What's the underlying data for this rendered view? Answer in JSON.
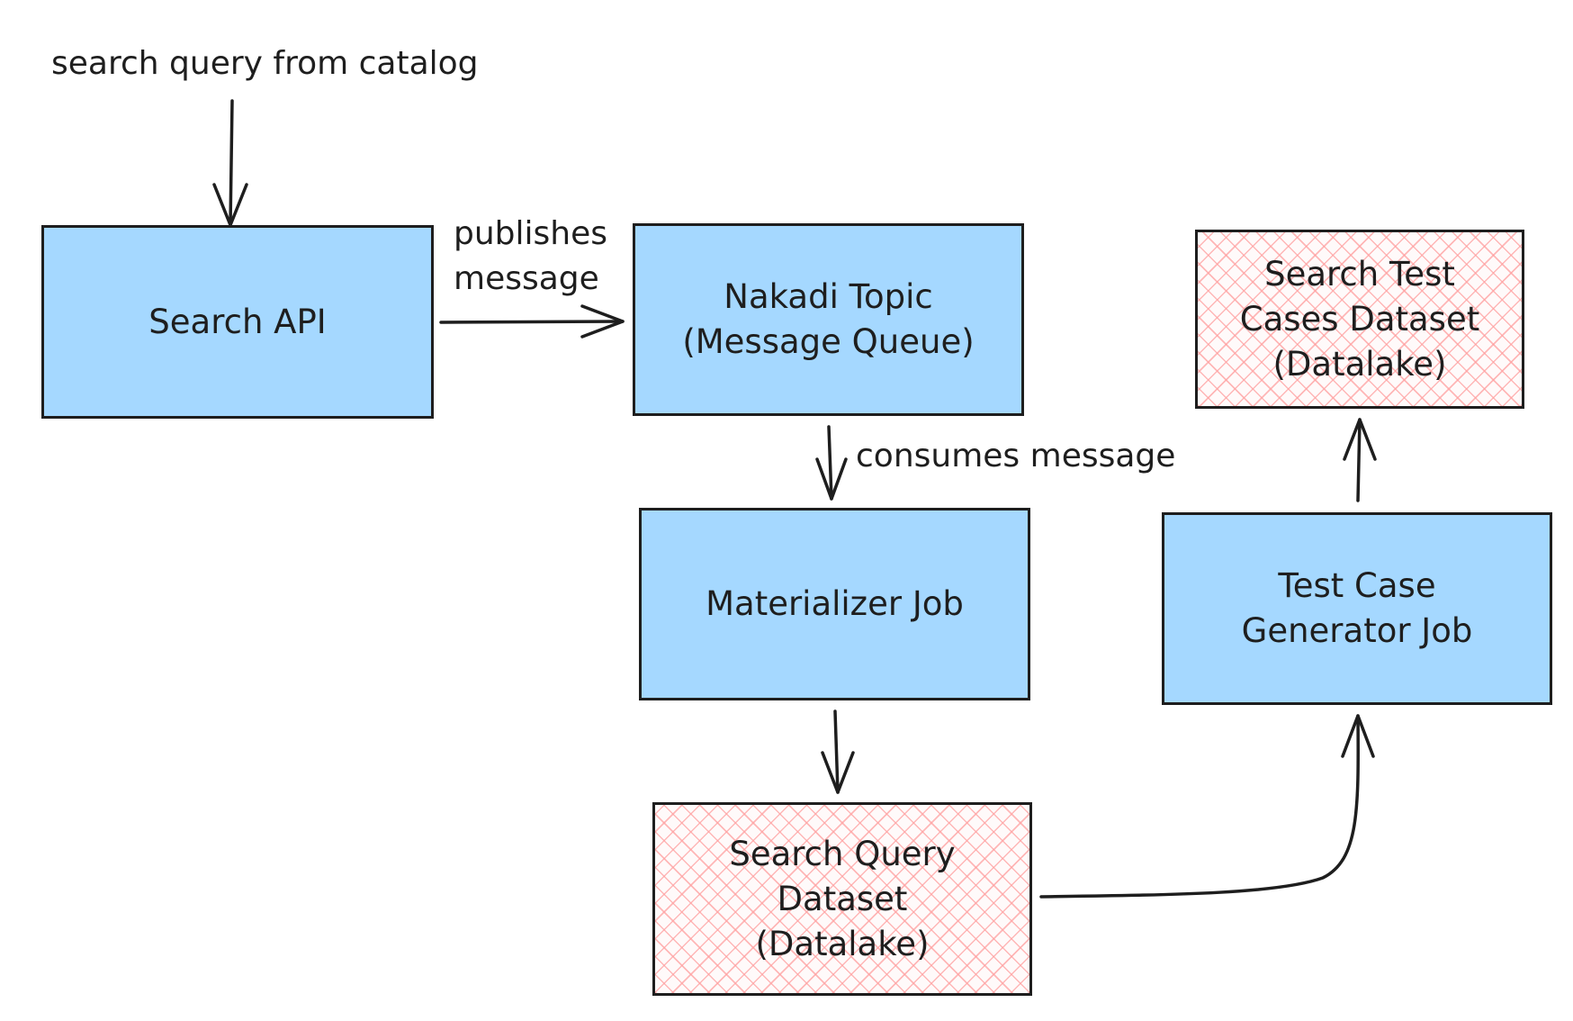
{
  "labels": {
    "input": "search query from catalog",
    "publishes": [
      "publishes",
      "message"
    ],
    "consumes": "consumes message"
  },
  "nodes": {
    "search_api": [
      "Search API"
    ],
    "nakadi_topic": [
      "Nakadi Topic",
      "(Message Queue)"
    ],
    "materializer_job": [
      "Materializer Job"
    ],
    "search_query_dataset": [
      "Search Query",
      "Dataset",
      "(Datalake)"
    ],
    "test_case_generator_job": [
      "Test Case",
      "Generator Job"
    ],
    "search_test_cases_dataset": [
      "Search Test",
      "Cases Dataset",
      "(Datalake)"
    ]
  },
  "colors": {
    "stroke": "#1e1e1e",
    "process_fill": "#a5d8ff",
    "dataset_hatch": "#ffa0a0"
  }
}
